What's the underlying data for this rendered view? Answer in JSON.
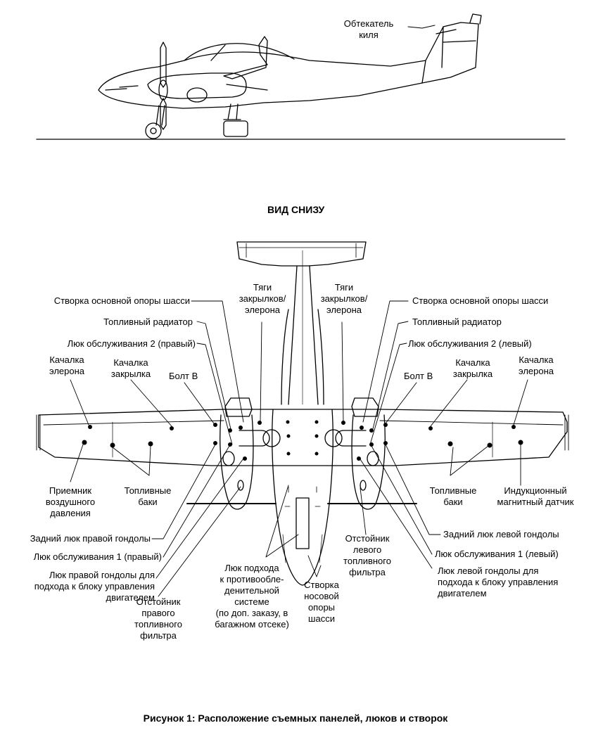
{
  "side_view": {
    "fin_fairing": "Обтекатель\nкиля"
  },
  "bottom_view_title": "ВИД СНИЗУ",
  "labels": {
    "main_gear_door_r": "Створка основной опоры шасси",
    "main_gear_door_l": "Створка основной опоры шасси",
    "flap_rods_r": "Тяги\nзакрылков/\nэлерона",
    "flap_rods_l": "Тяги\nзакрылков/\nэлерона",
    "fuel_radiator_r": "Топливный радиатор",
    "fuel_radiator_l": "Топливный радиатор",
    "service_hatch2_r": "Люк обслуживания 2 (правый)",
    "service_hatch2_l": "Люк обслуживания 2 (левый)",
    "aileron_rocker_r": "Качалка\nэлерона",
    "aileron_rocker_l": "Качалка\nэлерона",
    "flap_rocker_r": "Качалка\nзакрылка",
    "flap_rocker_l": "Качалка\nзакрылка",
    "bolt_b_r": "Болт В",
    "bolt_b_l": "Болт В",
    "pitot": "Приемник\nвоздушного\nдавления",
    "fuel_tanks_r": "Топливные\nбаки",
    "fuel_tanks_l": "Топливные\nбаки",
    "mag_sensor": "Индукционный\nмагнитный датчик",
    "rear_nacelle_r": "Задний люк правой гондолы",
    "rear_nacelle_l": "Задний люк левой гондолы",
    "service_hatch1_r": "Люк обслуживания 1 (правый)",
    "service_hatch1_l": "Люк обслуживания 1 (левый)",
    "nacelle_ecu_r": "Люк правой гондолы для\nподхода к блоку управления\nдвигателем",
    "nacelle_ecu_l": "Люк левой гондолы для\nподхода к блоку управления\nдвигателем",
    "sump_r": "Отстойник\nправого\nтопливного\nфильтра",
    "sump_l": "Отстойник\nлевого\nтопливного\nфильтра",
    "deice_hatch": "Люк подхода\nк противообле-\nденительной\nсистеме\n(по доп. заказу, в\nбагажном отсеке)",
    "nose_gear_door": "Створка\nносовой\nопоры\nшасси"
  },
  "caption": "Рисунок 1: Расположение съемных панелей, люков и створок"
}
